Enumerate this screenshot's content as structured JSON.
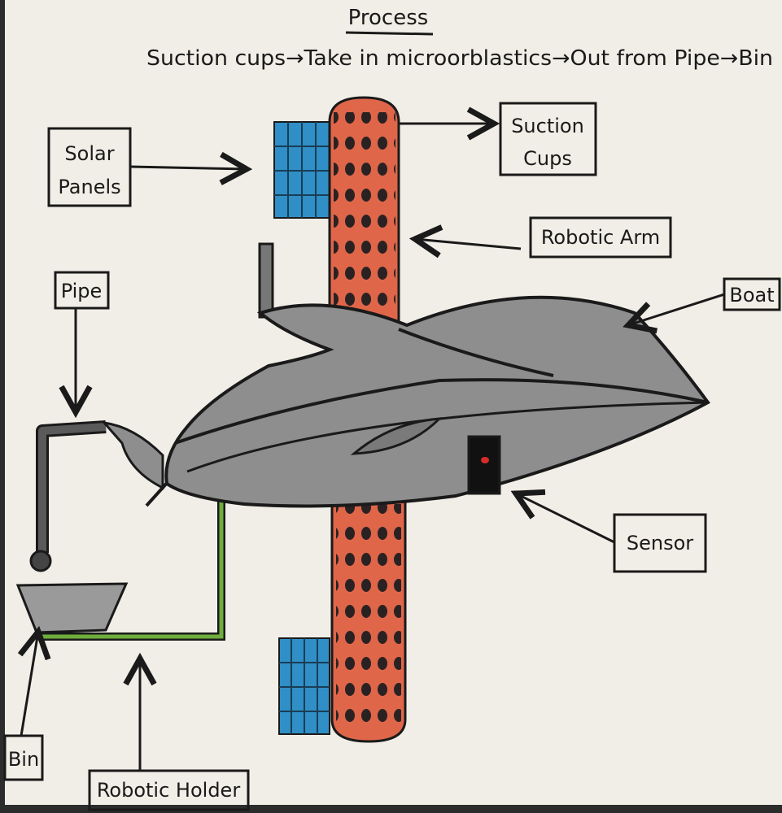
{
  "title": "Process",
  "process_line": "Suction cups→Take in microorblastics→Out from Pipe→Bin",
  "labels": {
    "solar_panels": [
      "Solar",
      "Panels"
    ],
    "suction_cups": [
      "Suction",
      "Cups"
    ],
    "robotic_arm": "Robotic Arm",
    "boat": "Boat",
    "pipe": "Pipe",
    "sensor": "Sensor",
    "bin": "Bin",
    "robotic_holder": "Robotic Holder"
  },
  "colors": {
    "paper": "#f1eee7",
    "ink": "#1a1a1a",
    "boat": "#8e8e8e",
    "arm": "#e0664a",
    "solar": "#2f8fc6",
    "holder": "#6fae3d",
    "sensor_light": "#d62b2b"
  }
}
